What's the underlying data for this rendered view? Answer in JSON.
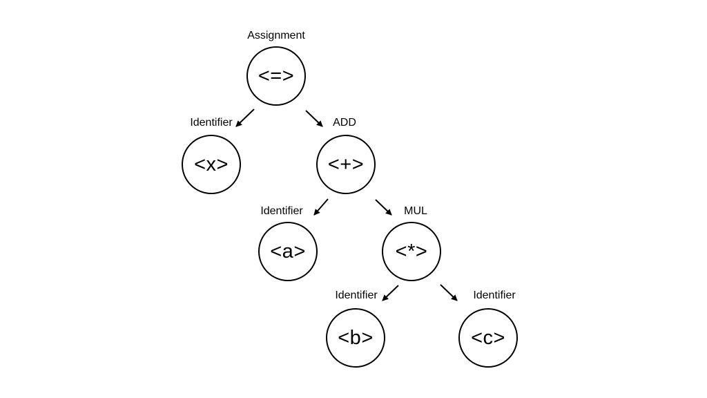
{
  "diagram": {
    "description": "Abstract syntax tree of the expression x = a + b * c",
    "colors": {
      "background": "#ffffff",
      "stroke": "#000000",
      "text": "#000000"
    },
    "nodes": {
      "assignment": {
        "label": "Assignment",
        "text": "<=>"
      },
      "identifier_x": {
        "label": "Identifier",
        "text": "<x>"
      },
      "add": {
        "label": "ADD",
        "text": "<+>"
      },
      "identifier_a": {
        "label": "Identifier",
        "text": "<a>"
      },
      "mul": {
        "label": "MUL",
        "text": "<*>"
      },
      "identifier_b": {
        "label": "Identifier",
        "text": "<b>"
      },
      "identifier_c": {
        "label": "Identifier",
        "text": "<c>"
      }
    },
    "edges": [
      {
        "from": "assignment",
        "to": "identifier_x"
      },
      {
        "from": "assignment",
        "to": "add"
      },
      {
        "from": "add",
        "to": "identifier_a"
      },
      {
        "from": "add",
        "to": "mul"
      },
      {
        "from": "mul",
        "to": "identifier_b"
      },
      {
        "from": "mul",
        "to": "identifier_c"
      }
    ]
  }
}
